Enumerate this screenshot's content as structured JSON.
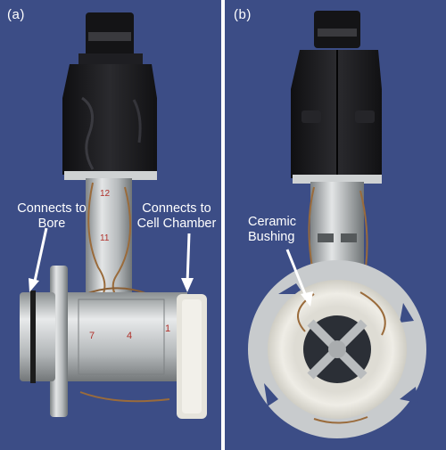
{
  "panels": {
    "a": {
      "label": "(a)",
      "annotations": {
        "bore": [
          "Connects to",
          "Bore"
        ],
        "cell_chamber": [
          "Connects to",
          "Cell Chamber"
        ]
      }
    },
    "b": {
      "label": "(b)",
      "annotations": {
        "bushing": [
          "Ceramic",
          "Bushing"
        ]
      }
    }
  },
  "colors": {
    "background": "#3c4d86",
    "label_text": "#ffffff",
    "housing_black": "#1a1a1c",
    "aluminum": "#bfc2c4",
    "ceramic": "#e6e4dc",
    "wire_brown": "#9a6b3b"
  }
}
